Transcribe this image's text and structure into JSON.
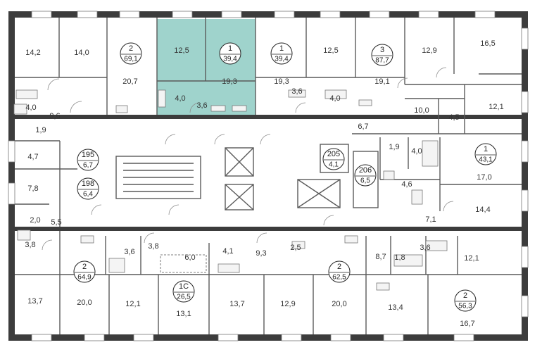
{
  "highlight_color": "#9fd3cc",
  "apartments": [
    {
      "id": "apt-2-nw",
      "number": "2",
      "area": "69,1"
    },
    {
      "id": "apt-1-highlight",
      "number": "1",
      "area": "39,4"
    },
    {
      "id": "apt-1-n",
      "number": "1",
      "area": "39,4"
    },
    {
      "id": "apt-3-ne",
      "number": "3",
      "area": "87,7"
    },
    {
      "id": "apt-1-e",
      "number": "1",
      "area": "43,1"
    },
    {
      "id": "apt-2-sw",
      "number": "2",
      "area": "64,9"
    },
    {
      "id": "apt-1c-s",
      "number": "1С",
      "area": "26,5"
    },
    {
      "id": "apt-2-s",
      "number": "2",
      "area": "62,5"
    },
    {
      "id": "apt-2-se",
      "number": "2",
      "area": "56,3"
    },
    {
      "id": "storage-195",
      "number": "195",
      "area": "6,7"
    },
    {
      "id": "storage-198",
      "number": "198",
      "area": "6,4"
    },
    {
      "id": "storage-205",
      "number": "205",
      "area": "4,1"
    },
    {
      "id": "storage-206",
      "number": "206",
      "area": "6,5"
    }
  ],
  "rooms": [
    "14,2",
    "14,0",
    "20,7",
    "12,5",
    "19,3",
    "19,3",
    "12,5",
    "19,1",
    "12,9",
    "16,5",
    "4,0",
    "9,6",
    "1,9",
    "4,0",
    "3,6",
    "3,6",
    "4,0",
    "10,0",
    "4,5",
    "12,1",
    "6,7",
    "1,9",
    "4,0",
    "17,0",
    "4,6",
    "14,4",
    "7,1",
    "4,7",
    "7,8",
    "2,0",
    "5,5",
    "3,8",
    "3,6",
    "3,8",
    "6,0",
    "4,1",
    "9,3",
    "2,5",
    "8,7",
    "1,8",
    "3,6",
    "12,1",
    "13,7",
    "20,0",
    "12,1",
    "13,1",
    "13,7",
    "12,9",
    "20,0",
    "13,4",
    "16,7"
  ]
}
